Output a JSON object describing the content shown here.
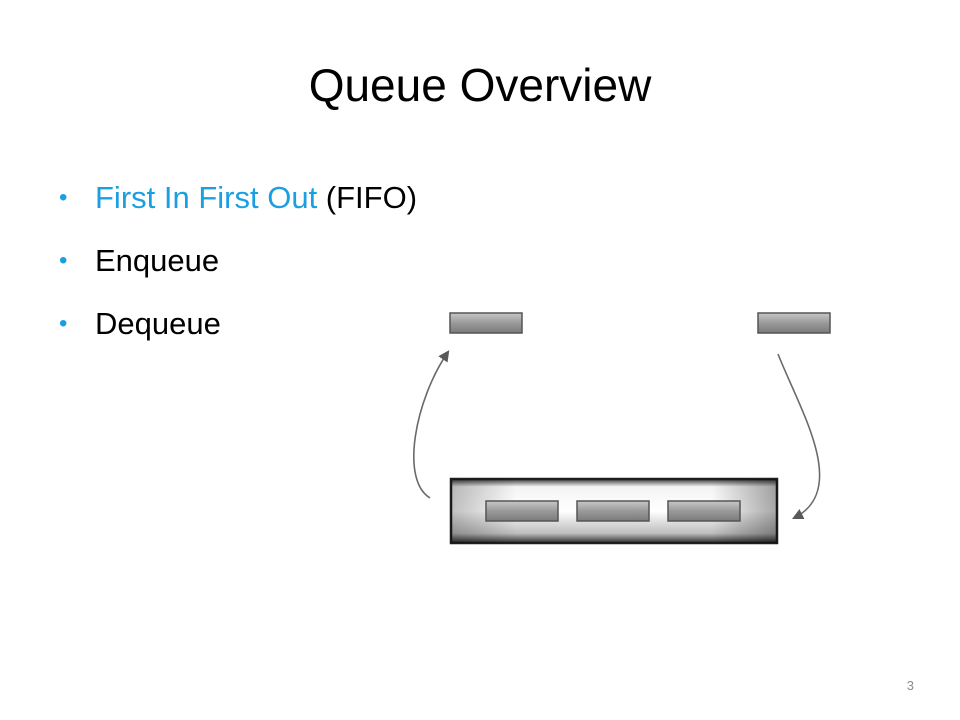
{
  "slide": {
    "title": "Queue Overview",
    "bullets": [
      {
        "highlight": "First In First Out",
        "rest": " (FIFO)"
      },
      {
        "highlight": "",
        "rest": "Enqueue"
      },
      {
        "highlight": "",
        "rest": "Dequeue"
      }
    ],
    "page_number": "3"
  },
  "colors": {
    "accent": "#1aa0e0",
    "bullet": "#1aa0e0",
    "text": "#000000",
    "page_number": "#8c8c8c"
  },
  "diagram": {
    "queued_items": 3,
    "icons": [
      "enqueue-arrow-icon",
      "dequeue-arrow-icon"
    ]
  }
}
